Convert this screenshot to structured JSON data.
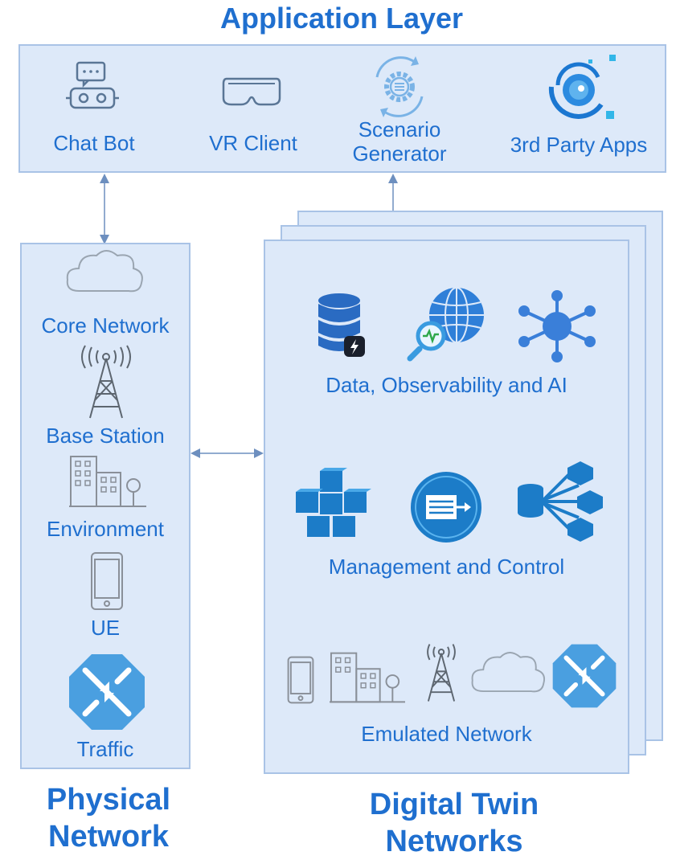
{
  "application_layer": {
    "title": "Application Layer",
    "items": [
      {
        "label": "Chat Bot",
        "icon": "chatbot-icon"
      },
      {
        "label": "VR Client",
        "icon": "vr-headset-icon"
      },
      {
        "label": "Scenario\nGenerator",
        "icon": "scenario-generator-icon"
      },
      {
        "label": "3rd Party Apps",
        "icon": "third-party-apps-icon"
      }
    ]
  },
  "physical_network": {
    "title": "Physical\nNetwork",
    "items": [
      {
        "label": "Core Network",
        "icon": "cloud-icon"
      },
      {
        "label": "Base Station",
        "icon": "cell-tower-icon"
      },
      {
        "label": "Environment",
        "icon": "buildings-icon"
      },
      {
        "label": "UE",
        "icon": "phone-icon"
      },
      {
        "label": "Traffic",
        "icon": "traffic-router-icon"
      }
    ]
  },
  "digital_twin": {
    "title": "Digital Twin\nNetworks",
    "groups": [
      {
        "label": "Data, Observability and AI",
        "icons": [
          "database-icon",
          "globe-search-icon",
          "ai-network-icon"
        ]
      },
      {
        "label": "Management and Control",
        "icons": [
          "cubes-icon",
          "queue-icon",
          "data-router-icon"
        ]
      },
      {
        "label": "Emulated Network",
        "icons": [
          "phone-icon",
          "buildings-icon",
          "cell-tower-icon",
          "cloud-icon",
          "traffic-router-icon"
        ]
      }
    ]
  },
  "colors": {
    "accent": "#1f6fcf",
    "panel": "#dde9f9",
    "panel_border": "#a9c3e6",
    "icon_blue": "#3a9be0"
  }
}
